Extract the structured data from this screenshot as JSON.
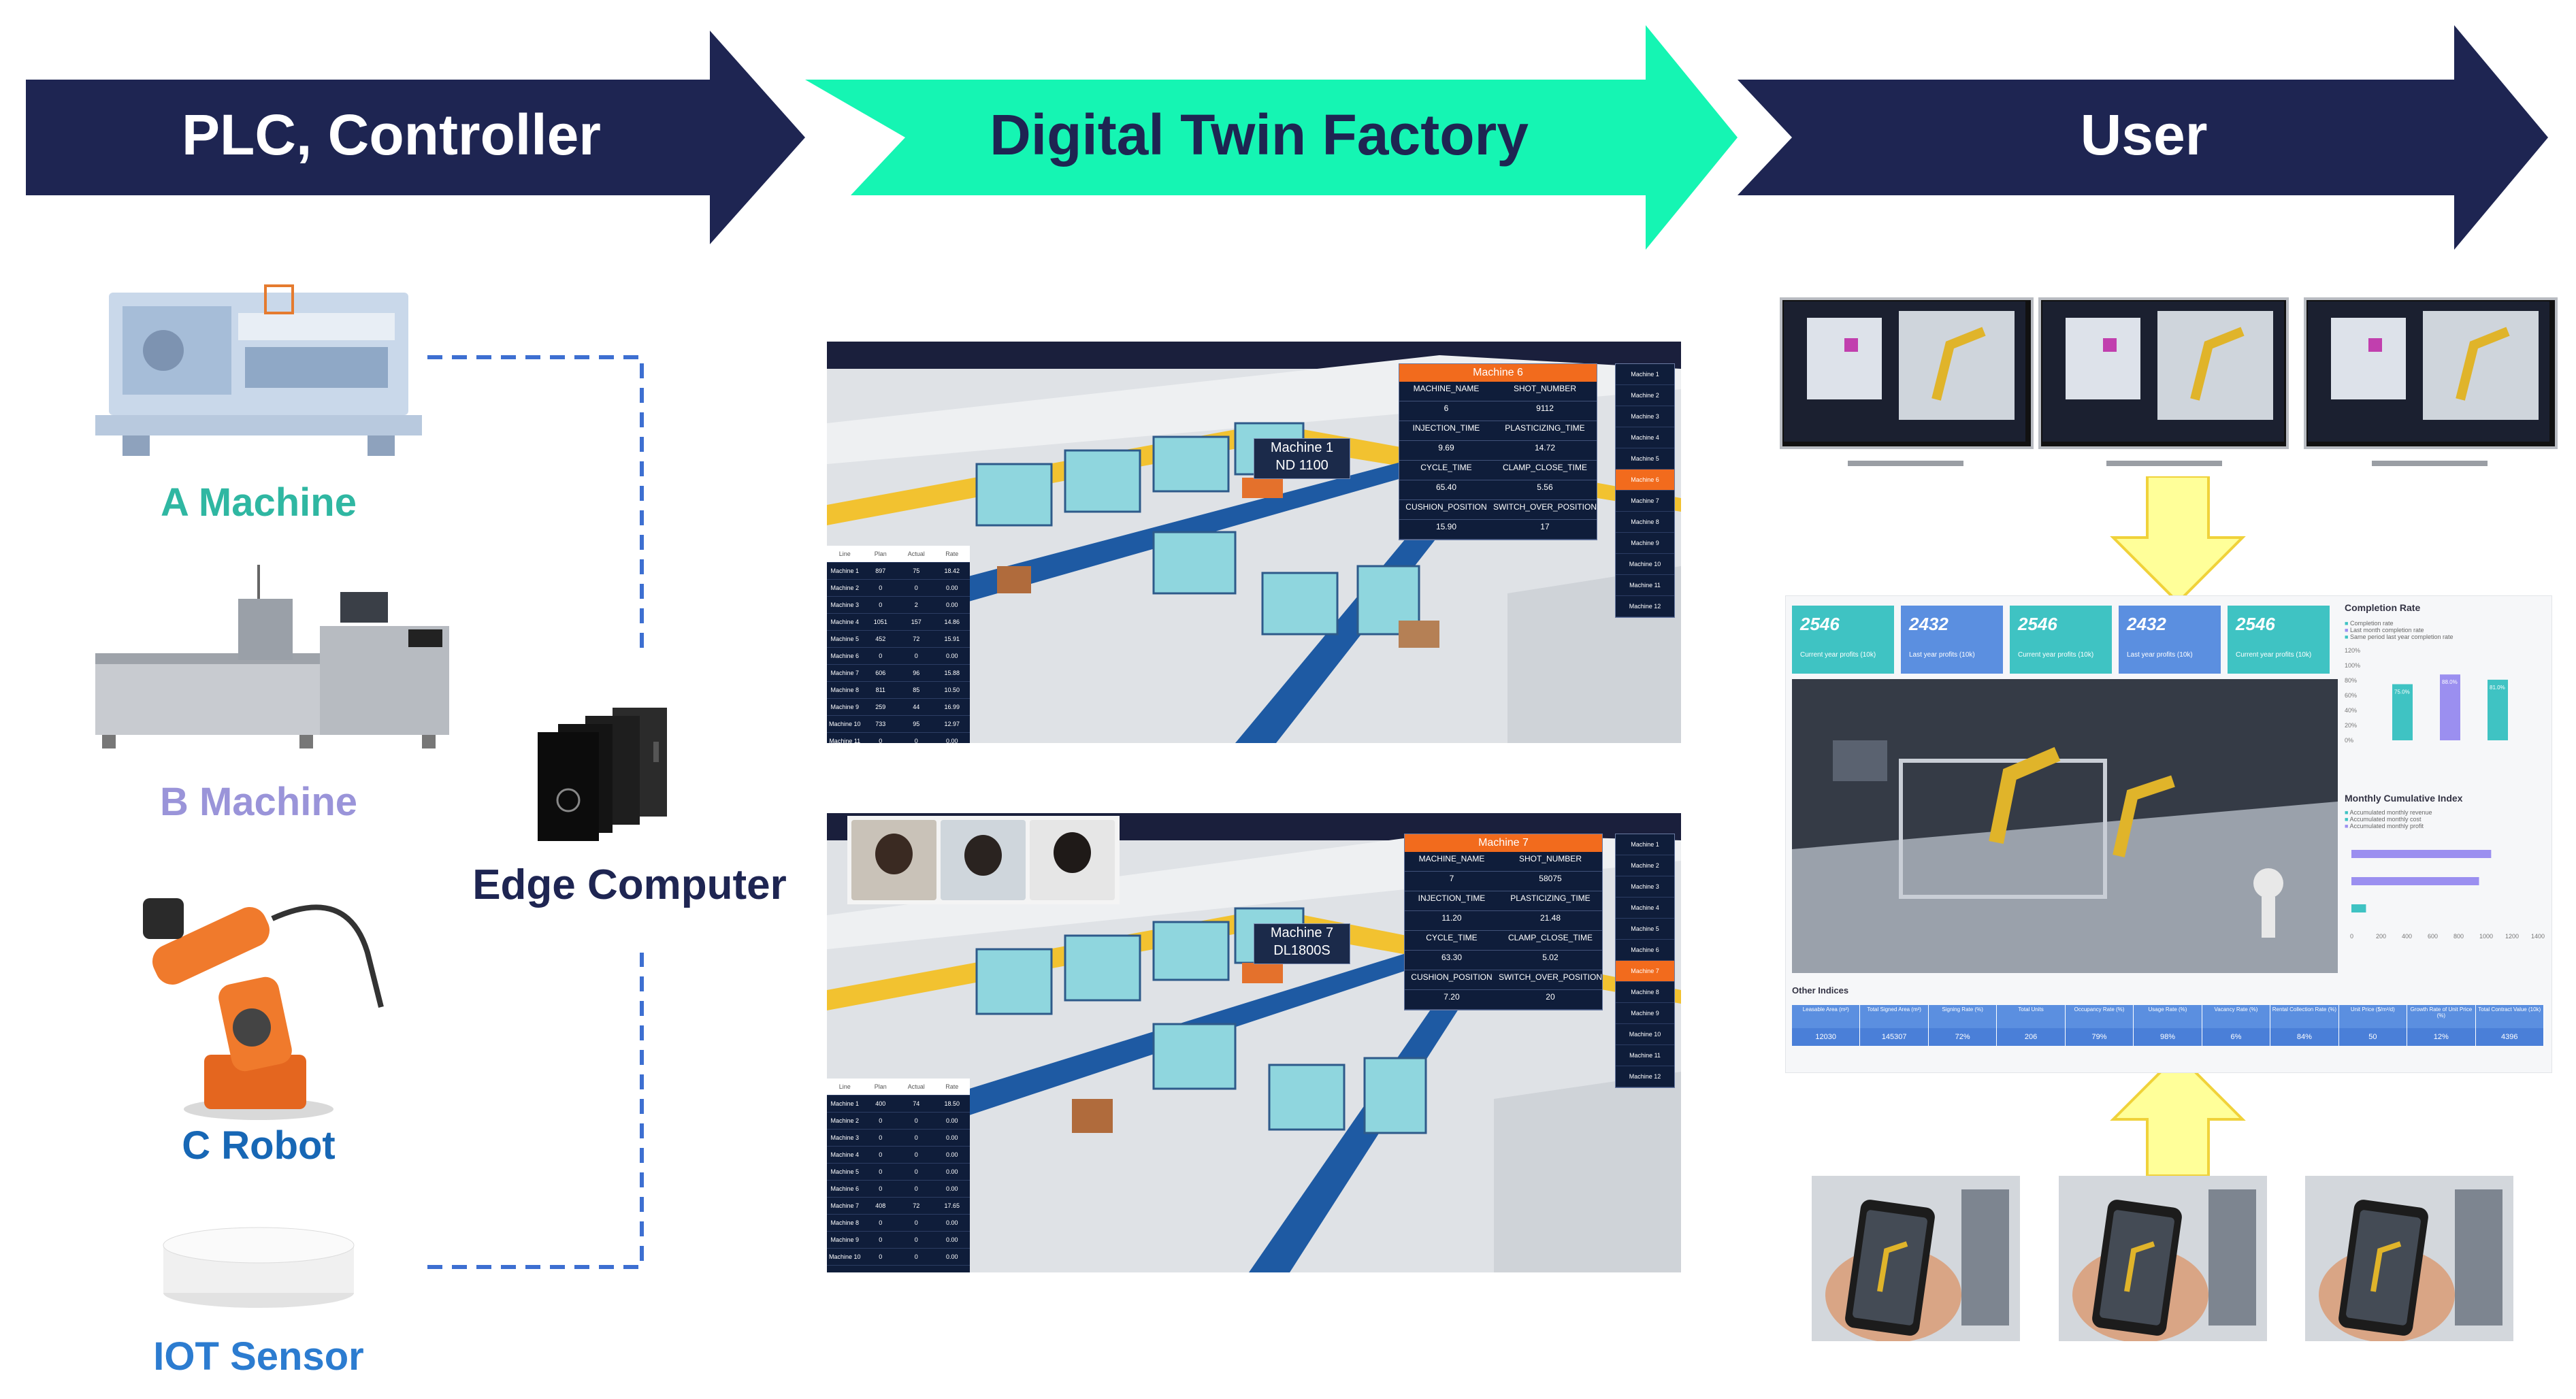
{
  "stages": [
    {
      "label": "PLC, Controller",
      "color": "#1e2552",
      "text_color": "#ffffff"
    },
    {
      "label": "Digital Twin Factory",
      "color": "#15f5b3",
      "text_color": "#1e2552"
    },
    {
      "label": "User",
      "color": "#1e2552",
      "text_color": "#ffffff"
    }
  ],
  "devices": [
    {
      "label": "A Machine",
      "color": "#2fb7a2"
    },
    {
      "label": "B Machine",
      "color": "#9a94d9"
    },
    {
      "label": "C Robot",
      "color": "#1767b5"
    },
    {
      "label": "IOT Sensor",
      "color": "#2c7cd0"
    }
  ],
  "edge_computer": {
    "label": "Edge Computer"
  },
  "twin1": {
    "panel_title": "Machine 6",
    "fields": [
      {
        "k": "MACHINE_NAME",
        "v": "6"
      },
      {
        "k": "SHOT_NUMBER",
        "v": "9112"
      },
      {
        "k": "INJECTION_TIME",
        "v": "9.69"
      },
      {
        "k": "PLASTICIZING_TIME",
        "v": "14.72"
      },
      {
        "k": "CYCLE_TIME",
        "v": "65.40"
      },
      {
        "k": "CLAMP_CLOSE_TIME",
        "v": "5.56"
      },
      {
        "k": "CUSHION_POSITION",
        "v": "15.90"
      },
      {
        "k": "SWITCH_OVER_POSITION",
        "v": "17"
      }
    ],
    "callout_line1": "Machine 1",
    "callout_line2": "ND 1100",
    "active_index": 5
  },
  "twin2": {
    "panel_title": "Machine 7",
    "fields": [
      {
        "k": "MACHINE_NAME",
        "v": "7"
      },
      {
        "k": "SHOT_NUMBER",
        "v": "58075"
      },
      {
        "k": "INJECTION_TIME",
        "v": "11.20"
      },
      {
        "k": "PLASTICIZING_TIME",
        "v": "21.48"
      },
      {
        "k": "CYCLE_TIME",
        "v": "63.30"
      },
      {
        "k": "CLAMP_CLOSE_TIME",
        "v": "5.02"
      },
      {
        "k": "CUSHION_POSITION",
        "v": "7.20"
      },
      {
        "k": "SWITCH_OVER_POSITION",
        "v": "20"
      }
    ],
    "callout_line1": "Machine 7",
    "callout_line2": "DL1800S",
    "active_index": 6
  },
  "machine_list": [
    "Machine 1",
    "Machine 2",
    "Machine 3",
    "Machine 4",
    "Machine 5",
    "Machine 6",
    "Machine 7",
    "Machine 8",
    "Machine 9",
    "Machine 10",
    "Machine 11",
    "Machine 12"
  ],
  "dashboard": {
    "kpis": [
      {
        "value": "2546",
        "caption": "Current year profits (10k)",
        "color": "#3fc3c3"
      },
      {
        "value": "2432",
        "caption": "Last year profits (10k)",
        "color": "#5b8fe0"
      },
      {
        "value": "2546",
        "caption": "Current year profits (10k)",
        "color": "#3fc3c3"
      },
      {
        "value": "2432",
        "caption": "Last year profits (10k)",
        "color": "#5b8fe0"
      },
      {
        "value": "2546",
        "caption": "Current year profits (10k)",
        "color": "#3fc3c3"
      }
    ],
    "completion_rate_title": "Completion Rate",
    "completion_legend": [
      "Completion rate",
      "Last month completion rate",
      "Same period last year completion rate"
    ],
    "completion_ticks": [
      "120%",
      "100%",
      "80%",
      "60%",
      "40%",
      "20%",
      "0%"
    ],
    "completion_labels": [
      "75.0%",
      "88.0%",
      "81.0%"
    ],
    "monthly_title": "Monthly Cumulative Index",
    "monthly_legend": [
      "Accumulated monthly revenue",
      "Accumulated monthly cost",
      "Accumulated monthly profit"
    ],
    "monthly_ticks": [
      "0",
      "200",
      "400",
      "600",
      "800",
      "1000",
      "1200",
      "1400"
    ],
    "other_indices_title": "Other Indices",
    "other_headers": [
      "Leasable Area (m²)",
      "Total Signed Area (m²)",
      "Signing Rate (%)",
      "Total Units",
      "Occupancy Rate (%)",
      "Usage Rate (%)",
      "Vacancy Rate (%)",
      "Rental Collection Rate (%)",
      "Unit Price ($/m²/d)",
      "Growth Rate of Unit Price (%)",
      "Total Contract Value (10k)"
    ],
    "other_values": [
      "12030",
      "145307",
      "72%",
      "206",
      "79%",
      "98%",
      "6%",
      "84%",
      "50",
      "12%",
      "4396"
    ]
  }
}
